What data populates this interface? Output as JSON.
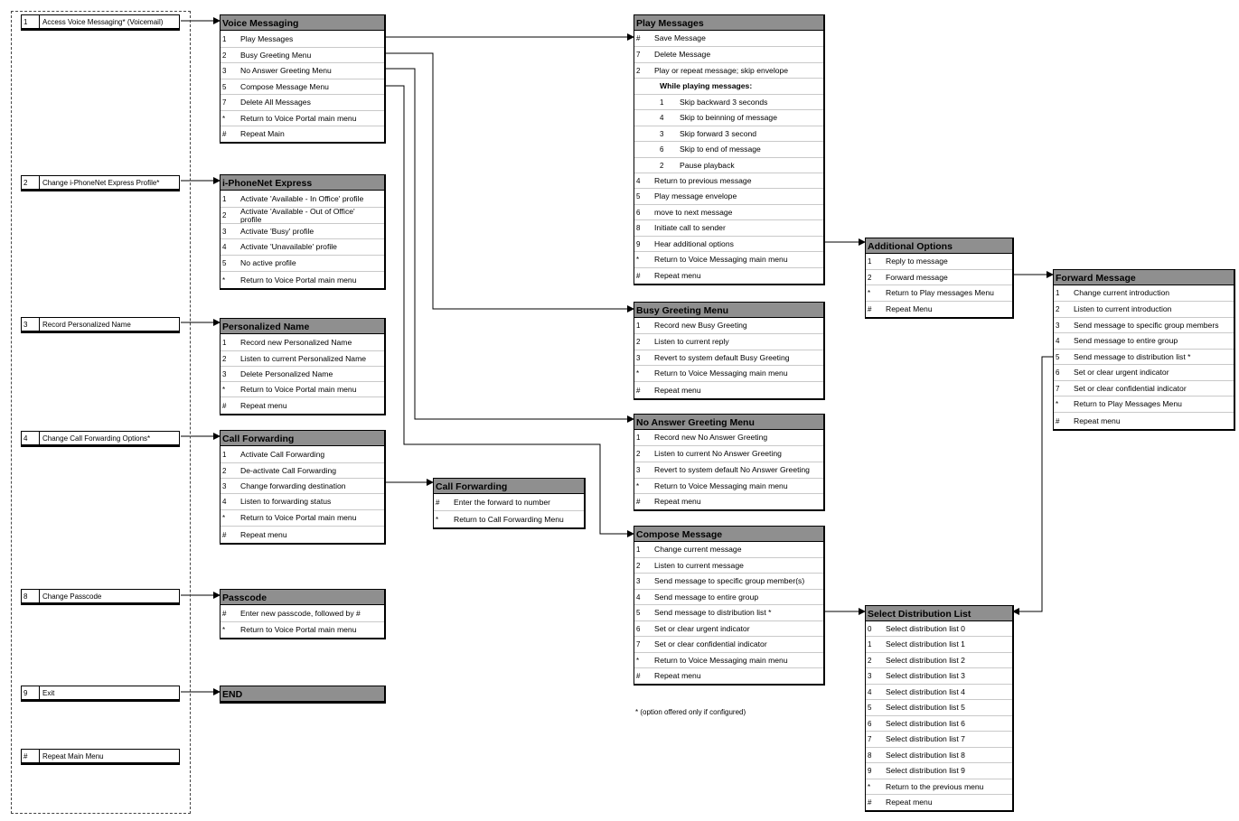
{
  "main_menu": [
    {
      "key": "1",
      "label": "Access Voice Messaging* (Voicemail)"
    },
    {
      "key": "2",
      "label": "Change i-PhoneNet Express Profile*"
    },
    {
      "key": "3",
      "label": "Record Personalized Name"
    },
    {
      "key": "4",
      "label": "Change Call Forwarding Options*"
    },
    {
      "key": "8",
      "label": "Change Passcode"
    },
    {
      "key": "9",
      "label": "Exit"
    },
    {
      "key": "#",
      "label": "Repeat Main Menu"
    }
  ],
  "menus": {
    "voice_messaging": {
      "title": "Voice Messaging",
      "items": [
        {
          "key": "1",
          "label": "Play Messages"
        },
        {
          "key": "2",
          "label": "Busy Greeting Menu"
        },
        {
          "key": "3",
          "label": "No Answer Greeting Menu"
        },
        {
          "key": "5",
          "label": "Compose Message Menu"
        },
        {
          "key": "7",
          "label": "Delete All Messages"
        },
        {
          "key": "*",
          "label": "Return to Voice Portal main menu"
        },
        {
          "key": "#",
          "label": "Repeat Main"
        }
      ]
    },
    "iphonenet_express": {
      "title": "i-PhoneNet Express",
      "items": [
        {
          "key": "1",
          "label": "Activate 'Available - In Office' profile"
        },
        {
          "key": "2",
          "label": "Activate 'Available - Out of Office' profile"
        },
        {
          "key": "3",
          "label": "Activate 'Busy' profile"
        },
        {
          "key": "4",
          "label": "Activate 'Unavailable' profile"
        },
        {
          "key": "5",
          "label": "No active profile"
        },
        {
          "key": "*",
          "label": "Return to Voice Portal main menu"
        }
      ]
    },
    "personalized_name": {
      "title": "Personalized Name",
      "items": [
        {
          "key": "1",
          "label": "Record new Personalized Name"
        },
        {
          "key": "2",
          "label": "Listen to current Personalized Name"
        },
        {
          "key": "3",
          "label": "Delete Personalized Name"
        },
        {
          "key": "*",
          "label": "Return to Voice Portal main menu"
        },
        {
          "key": "#",
          "label": "Repeat menu"
        }
      ]
    },
    "call_forwarding": {
      "title": "Call Forwarding",
      "items": [
        {
          "key": "1",
          "label": "Activate Call Forwarding"
        },
        {
          "key": "2",
          "label": "De-activate Call Forwarding"
        },
        {
          "key": "3",
          "label": "Change forwarding destination"
        },
        {
          "key": "4",
          "label": "Listen to forwarding status"
        },
        {
          "key": "*",
          "label": "Return to Voice Portal main menu"
        },
        {
          "key": "#",
          "label": "Repeat menu"
        }
      ]
    },
    "call_forwarding_sub": {
      "title": "Call Forwarding",
      "items": [
        {
          "key": "#",
          "label": "Enter the forward to number"
        },
        {
          "key": "*",
          "label": "Return to Call Forwarding Menu"
        }
      ]
    },
    "passcode": {
      "title": "Passcode",
      "items": [
        {
          "key": "#",
          "label": "Enter new passcode, followed by #"
        },
        {
          "key": "*",
          "label": "Return to Voice Portal main menu"
        }
      ]
    },
    "end": {
      "title": "END"
    },
    "play_messages": {
      "title": "Play Messages",
      "items": [
        {
          "key": "#",
          "label": "Save Message"
        },
        {
          "key": "7",
          "label": "Delete Message"
        },
        {
          "key": "2",
          "label": "Play or repeat message; skip envelope"
        },
        {
          "key": "",
          "label": "While playing messages:",
          "type": "subhdr"
        },
        {
          "key": "1",
          "label": "Skip backward 3 seconds",
          "type": "sub"
        },
        {
          "key": "4",
          "label": "Skip to beinning of message",
          "type": "sub"
        },
        {
          "key": "3",
          "label": "Skip forward 3 second",
          "type": "sub"
        },
        {
          "key": "6",
          "label": "Skip to end of message",
          "type": "sub"
        },
        {
          "key": "2",
          "label": "Pause playback",
          "type": "sub"
        },
        {
          "key": "4",
          "label": "Return to previous message"
        },
        {
          "key": "5",
          "label": "Play message envelope"
        },
        {
          "key": "6",
          "label": "move to next message"
        },
        {
          "key": "8",
          "label": "Initiate call to sender"
        },
        {
          "key": "9",
          "label": "Hear additional options"
        },
        {
          "key": "*",
          "label": "Return to Voice Messaging main menu"
        },
        {
          "key": "#",
          "label": "Repeat menu"
        }
      ]
    },
    "busy_greeting": {
      "title": "Busy Greeting Menu",
      "items": [
        {
          "key": "1",
          "label": "Record new Busy Greeting"
        },
        {
          "key": "2",
          "label": "Listen to current reply"
        },
        {
          "key": "3",
          "label": "Revert to system default Busy Greeting"
        },
        {
          "key": "*",
          "label": "Return to Voice Messaging main menu"
        },
        {
          "key": "#",
          "label": "Repeat menu"
        }
      ]
    },
    "no_answer_greeting": {
      "title": "No Answer Greeting Menu",
      "items": [
        {
          "key": "1",
          "label": "Record new No Answer Greeting"
        },
        {
          "key": "2",
          "label": "Listen to current No Answer Greeting"
        },
        {
          "key": "3",
          "label": "Revert to system default No Answer Greeting"
        },
        {
          "key": "*",
          "label": "Return to Voice Messaging main menu"
        },
        {
          "key": "#",
          "label": "Repeat menu"
        }
      ]
    },
    "compose_message": {
      "title": "Compose Message",
      "items": [
        {
          "key": "1",
          "label": "Change current message"
        },
        {
          "key": "2",
          "label": "Listen to current message"
        },
        {
          "key": "3",
          "label": "Send message to specific group member(s)"
        },
        {
          "key": "4",
          "label": "Send message to entire group"
        },
        {
          "key": "5",
          "label": "Send message to distribution list *"
        },
        {
          "key": "6",
          "label": "Set or clear urgent indicator"
        },
        {
          "key": "7",
          "label": "Set or clear confidential indicator"
        },
        {
          "key": "*",
          "label": "Return to Voice Messaging main menu"
        },
        {
          "key": "#",
          "label": "Repeat menu"
        }
      ]
    },
    "additional_options": {
      "title": "Additional Options",
      "items": [
        {
          "key": "1",
          "label": "Reply to message"
        },
        {
          "key": "2",
          "label": "Forward message"
        },
        {
          "key": "*",
          "label": "Return to Play messages Menu"
        },
        {
          "key": "#",
          "label": "Repeat Menu"
        }
      ]
    },
    "forward_message": {
      "title": "Forward Message",
      "items": [
        {
          "key": "1",
          "label": "Change current introduction"
        },
        {
          "key": "2",
          "label": "Listen to current introduction"
        },
        {
          "key": "3",
          "label": "Send message to specific group members"
        },
        {
          "key": "4",
          "label": "Send message to entire group"
        },
        {
          "key": "5",
          "label": "Send message to distribution list *"
        },
        {
          "key": "6",
          "label": "Set or clear urgent indicator"
        },
        {
          "key": "7",
          "label": "Set or clear confidential indicator"
        },
        {
          "key": "*",
          "label": "Return to Play Messages Menu"
        },
        {
          "key": "#",
          "label": "Repeat menu"
        }
      ]
    },
    "select_distribution_list": {
      "title": "Select Distribution List",
      "items": [
        {
          "key": "0",
          "label": "Select distribution list 0"
        },
        {
          "key": "1",
          "label": "Select distribution list 1"
        },
        {
          "key": "2",
          "label": "Select distribution list 2"
        },
        {
          "key": "3",
          "label": "Select distribution list 3"
        },
        {
          "key": "4",
          "label": "Select distribution list 4"
        },
        {
          "key": "5",
          "label": "Select distribution list 5"
        },
        {
          "key": "6",
          "label": "Select distribution list 6"
        },
        {
          "key": "7",
          "label": "Select distribution list 7"
        },
        {
          "key": "8",
          "label": "Select distribution list 8"
        },
        {
          "key": "9",
          "label": "Select distribution list 9"
        },
        {
          "key": "*",
          "label": "Return to the previous menu"
        },
        {
          "key": "#",
          "label": "Repeat menu"
        }
      ]
    }
  },
  "footnote": "* (option offered only if configured)"
}
